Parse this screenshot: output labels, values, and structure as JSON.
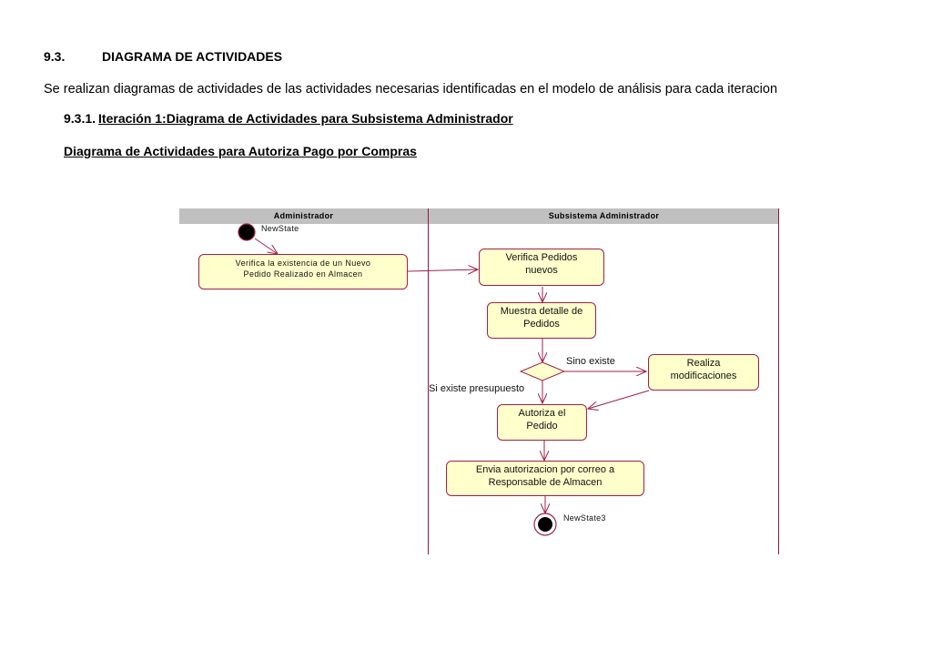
{
  "heading": {
    "number": "9.3.",
    "title": "DIAGRAMA DE ACTIVIDADES"
  },
  "intro": "Se realizan diagramas de actividades de las actividades necesarias identificadas en el modelo de análisis para cada iteracion",
  "subheading": {
    "number": "9.3.1.",
    "title": "Iteración 1:Diagrama de Actividades para Subsistema Administrador"
  },
  "diagram_title": "Diagrama de Actividades para Autoriza Pago por Compras",
  "diagram": {
    "lanes": [
      "Administrador",
      "Subsistema Administrador"
    ],
    "start_state": "NewState",
    "end_state": "NewState3",
    "activities": {
      "verifica_existencia": "Verifica la existencia de un Nuevo Pedido Realizado en Almacen",
      "verifica_pedidos": "Verifica Pedidos nuevos",
      "muestra_detalle": "Muestra detalle de Pedidos",
      "realiza_modificaciones": "Realiza modificaciones",
      "autoriza_pedido": "Autoriza el Pedido",
      "envia_autorizacion": "Envia autorizacion por correo a Responsable  de Almacen"
    },
    "guards": {
      "sino_existe": "Sino existe",
      "si_existe": "Si existe presupuesto"
    },
    "colors": {
      "line": "#a0204a",
      "activity_fill": "#ffffcc",
      "lane_header": "#c0c0c0"
    }
  }
}
